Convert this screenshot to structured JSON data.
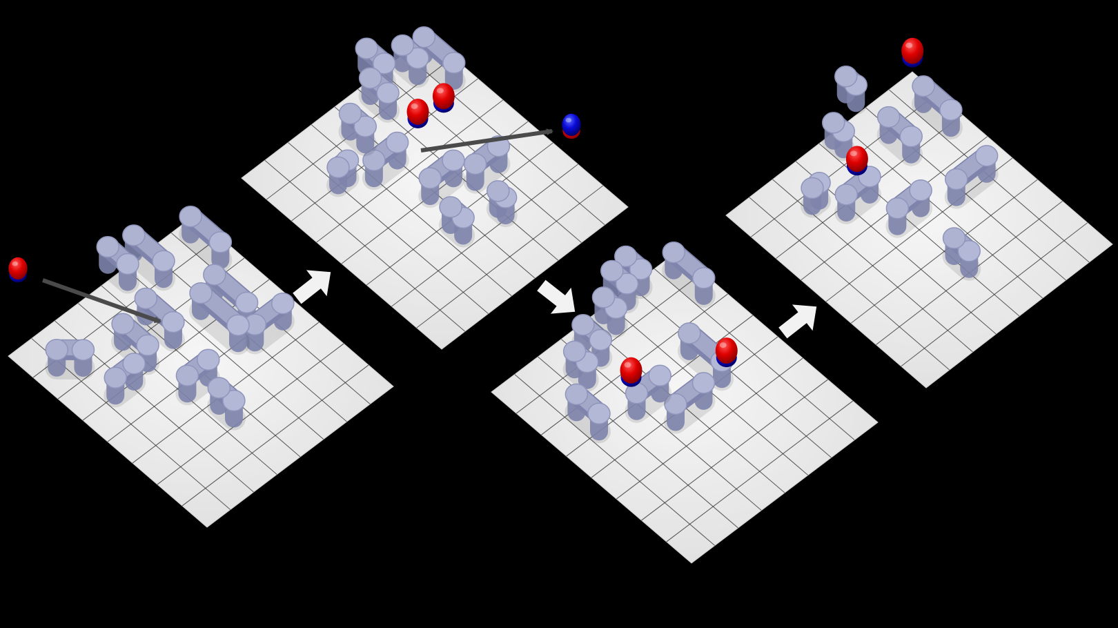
{
  "figure": {
    "background": "#000000",
    "surface_color": "#efefef",
    "grid_line_color": "#3a3a3a",
    "bond_color": "#a3a8c9",
    "bond_shade": "#7e84ab",
    "particle_red": "#e00000",
    "particle_blue": "#0a0ad8",
    "vector_arrow_color": "#4a4a4a",
    "step_arrow_color": "#f2f2f2"
  },
  "panels": [
    {
      "label": "",
      "particles": [
        {
          "kind": "red-up"
        },
        {
          "kind": "red-up"
        }
      ]
    },
    {
      "label": "",
      "particles": [
        {
          "kind": "red-up"
        },
        {
          "kind": "red-up"
        },
        {
          "kind": "blue-up"
        }
      ]
    },
    {
      "label": "",
      "particles": [
        {
          "kind": "red-up"
        },
        {
          "kind": "red-up"
        }
      ]
    },
    {
      "label": "",
      "particles": [
        {
          "kind": "red-up"
        },
        {
          "kind": "red-up"
        }
      ]
    }
  ],
  "incoming": [
    {
      "kind": "red-up",
      "panel": 1
    },
    {
      "kind": "blue-up",
      "panel": 2
    }
  ],
  "step_arrows": [
    {
      "direction": "up-right"
    },
    {
      "direction": "down-right"
    },
    {
      "direction": "up-right"
    }
  ]
}
